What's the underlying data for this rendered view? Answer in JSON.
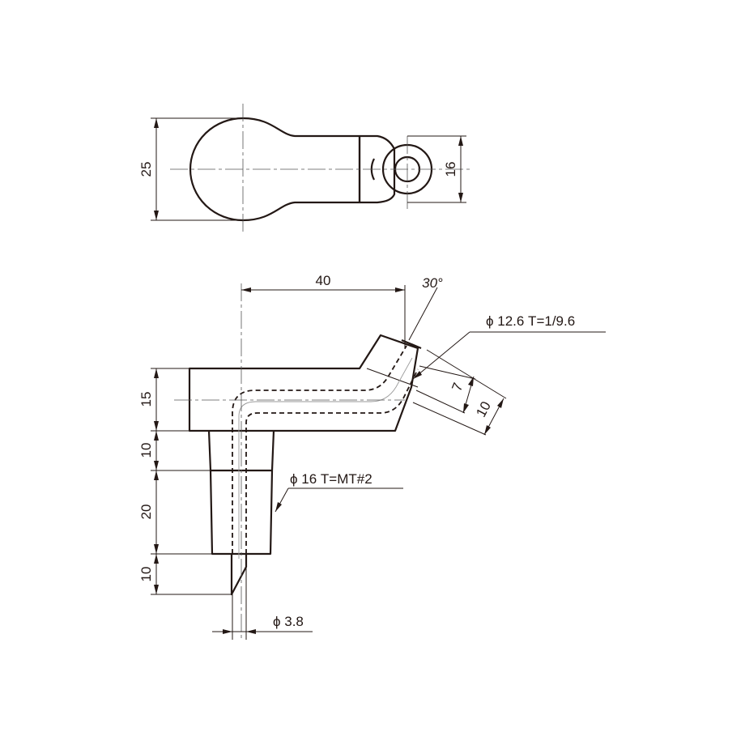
{
  "top_view": {
    "dim_width": "25",
    "dim_tip": "16"
  },
  "side_view": {
    "dim_length": "40",
    "dim_angle": "30°",
    "dim_tip_bore": "ϕ 12.6  T=1/9.6",
    "dim_tip_7": "7",
    "dim_tip_10": "10",
    "dim_height_15": "15",
    "dim_height_10_upper": "10",
    "dim_height_20": "20",
    "dim_height_10_lower": "10",
    "dim_shank": "ϕ 16  T=MT#2",
    "dim_pin": "ϕ 3.8"
  }
}
